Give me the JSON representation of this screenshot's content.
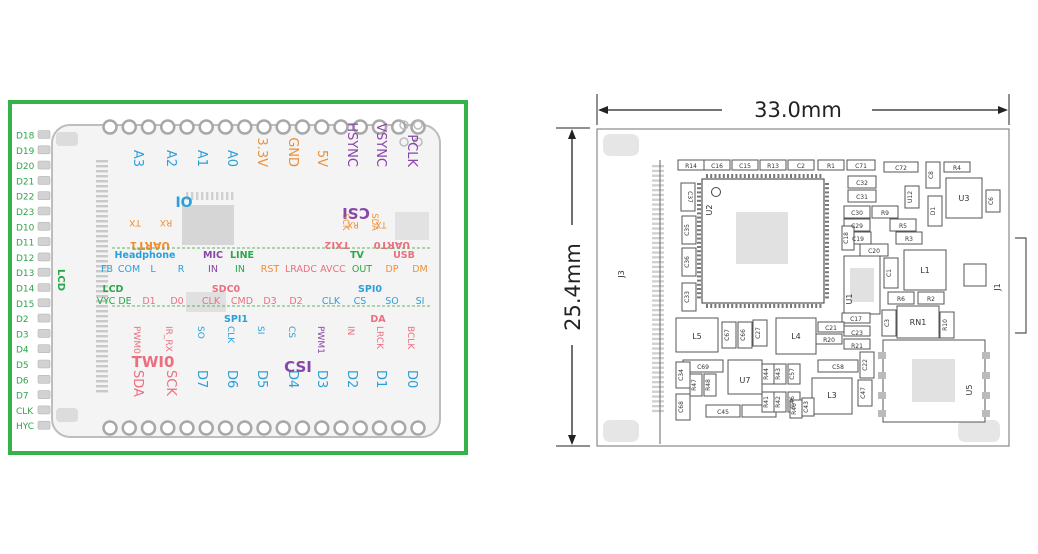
{
  "colors": {
    "frame": "#35b34a",
    "board_fill": "#f4f4f4",
    "pad": "#c9c9c9",
    "lcd": "#2aa748",
    "orange": "#ee8f36",
    "pink": "#ec6f7f",
    "purple": "#8a45a8",
    "blue": "#2c9fd9",
    "divider": "#5cb85c",
    "dim": "#222222",
    "part_border": "#555555",
    "part_fill": "#e1e1e1"
  },
  "left_board": {
    "left_pins": [
      "D18",
      "D19",
      "D20",
      "D21",
      "D22",
      "D23",
      "D10",
      "D11",
      "D12",
      "D13",
      "D14",
      "D15",
      "D2",
      "D3",
      "D4",
      "D5",
      "D6",
      "D7",
      "CLK",
      "HYC"
    ],
    "lcd_label": "LCD",
    "top_functions": [
      {
        "text": "A3",
        "color": "blue"
      },
      {
        "text": "A2",
        "color": "blue"
      },
      {
        "text": "A1",
        "color": "blue"
      },
      {
        "text": "A0",
        "color": "blue"
      },
      {
        "text": "3.3V",
        "color": "orange"
      },
      {
        "text": "GND",
        "color": "orange"
      },
      {
        "text": "5V",
        "color": "orange"
      },
      {
        "text": "HSYNC",
        "color": "purple"
      },
      {
        "text": "VSYNC",
        "color": "purple"
      },
      {
        "text": "PCLK",
        "color": "purple"
      }
    ],
    "bottom_functions": [
      {
        "text": "SDA",
        "color": "pink"
      },
      {
        "text": "SCK",
        "color": "pink"
      },
      {
        "text": "D7",
        "color": "blue"
      },
      {
        "text": "D6",
        "color": "blue"
      },
      {
        "text": "D5",
        "color": "blue"
      },
      {
        "text": "D4",
        "color": "blue"
      },
      {
        "text": "D3",
        "color": "blue"
      },
      {
        "text": "D2",
        "color": "blue"
      },
      {
        "text": "D1",
        "color": "blue"
      },
      {
        "text": "D0",
        "color": "blue"
      }
    ],
    "groups": {
      "io": "IO",
      "csi_top": "CSI",
      "uart1": "UART1",
      "uart1_tx": "TX",
      "uart1_rx": "RX",
      "uart0": "UART0",
      "txi2": "TXI2",
      "uart0_tx": "TX",
      "uart0_rx": "RX",
      "sck": "SCK",
      "sda": "SDA",
      "headphone": "Headphone",
      "mic": "MIC",
      "line": "LINE",
      "tv": "TV",
      "usb": "USB",
      "lcd_mini": "LCD",
      "sdc0": "SDC0",
      "spi0": "SPI0",
      "spi1": "SPI1",
      "da": "DA",
      "twi0": "TWI0",
      "csi_bottom": "CSI"
    },
    "row_headphone": [
      {
        "text": "FB",
        "color": "blue"
      },
      {
        "text": "COM",
        "color": "blue"
      },
      {
        "text": "L",
        "color": "blue"
      },
      {
        "text": "R",
        "color": "blue"
      },
      {
        "text": "IN",
        "color": "purple"
      },
      {
        "text": "IN",
        "color": "lcd"
      },
      {
        "text": "RST",
        "color": "orange"
      },
      {
        "text": "LRADC",
        "color": "pink"
      },
      {
        "text": "AVCC",
        "color": "pink"
      },
      {
        "text": "OUT",
        "color": "lcd"
      },
      {
        "text": "DP",
        "color": "orange"
      },
      {
        "text": "DM",
        "color": "orange"
      }
    ],
    "row_lcd": [
      {
        "text": "VYC",
        "color": "lcd"
      },
      {
        "text": "DE",
        "color": "lcd"
      },
      {
        "text": "D1",
        "color": "pink"
      },
      {
        "text": "D0",
        "color": "pink"
      },
      {
        "text": "CLK",
        "color": "pink"
      },
      {
        "text": "CMD",
        "color": "pink"
      },
      {
        "text": "D3",
        "color": "pink"
      },
      {
        "text": "D2",
        "color": "pink"
      },
      {
        "text": "CLK",
        "color": "blue"
      },
      {
        "text": "CS",
        "color": "blue"
      },
      {
        "text": "SO",
        "color": "blue"
      },
      {
        "text": "SI",
        "color": "blue"
      }
    ],
    "vertical_lower": [
      {
        "text": "PWM0",
        "color": "pink"
      },
      {
        "text": "IR_RX",
        "color": "pink"
      },
      {
        "text": "SO",
        "color": "blue"
      },
      {
        "text": "CLK",
        "color": "blue"
      },
      {
        "text": "SI",
        "color": "blue"
      },
      {
        "text": "CS",
        "color": "blue"
      },
      {
        "text": "PWM1",
        "color": "purple"
      },
      {
        "text": "IN",
        "color": "pink"
      },
      {
        "text": "LRCK",
        "color": "pink"
      },
      {
        "text": "BCLK",
        "color": "pink"
      }
    ]
  },
  "right_board": {
    "width_label": "33.0mm",
    "height_label": "25.4mm",
    "components": [
      "R14",
      "C16",
      "C15",
      "R13",
      "C2",
      "R1",
      "C71",
      "C72",
      "R4",
      "C37",
      "U2",
      "C32",
      "C31",
      "U12",
      "C8",
      "D1",
      "U3",
      "C6",
      "C30",
      "R9",
      "C29",
      "R5",
      "C19",
      "R3",
      "C35",
      "C18",
      "C20",
      "C36",
      "U1",
      "C1",
      "L1",
      "J3",
      "J1",
      "C33",
      "R6",
      "R2",
      "C17",
      "L5",
      "C67",
      "C66",
      "C27",
      "L4",
      "C21",
      "C3",
      "RN1",
      "R10",
      "R20",
      "C23",
      "R21",
      "C69",
      "C58",
      "C22",
      "C34",
      "U7",
      "R44",
      "R43",
      "U5",
      "R47",
      "R48",
      "L3",
      "C57",
      "R41",
      "R42",
      "C47",
      "C68",
      "C45",
      "C43",
      "R40",
      "C46"
    ]
  }
}
